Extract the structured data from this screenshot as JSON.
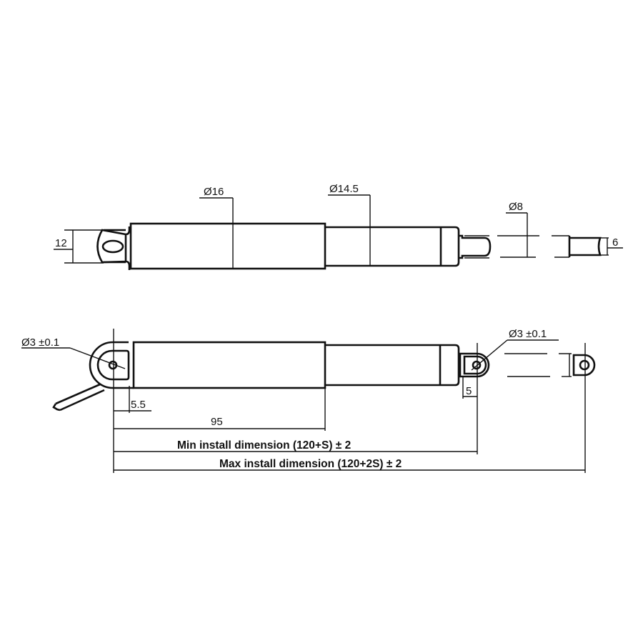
{
  "drawing": {
    "subject": "Linear actuator dimensional drawing",
    "top_view": {
      "dims": {
        "eye_height": "12",
        "body_diameter": "Ø16",
        "tube_diameter": "Ø14.5",
        "rod_diameter": "Ø8",
        "rod_tip_width": "6"
      }
    },
    "bottom_view": {
      "dims": {
        "rear_hole": "Ø3 ±0.1",
        "front_hole": "Ø3 ±0.1",
        "rear_offset": "5.5",
        "front_offset": "5",
        "body_length": "95",
        "min_install": "Min install dimension (120+S) ± 2",
        "max_install": "Max install dimension (120+2S) ± 2"
      }
    }
  },
  "colors": {
    "line": "#111111",
    "background": "#ffffff"
  }
}
